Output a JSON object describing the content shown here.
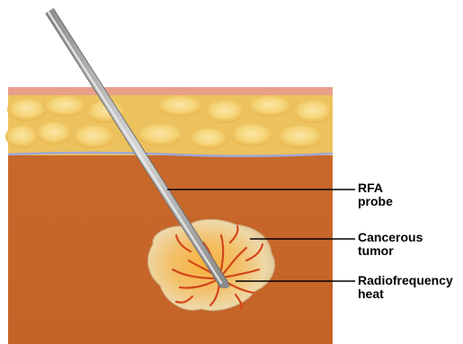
{
  "labels": {
    "probe": {
      "line1": "RFA",
      "line2": "probe"
    },
    "tumor": {
      "line1": "Cancerous",
      "line2": "tumor"
    },
    "heat": {
      "line1": "Radiofrequency",
      "line2": "heat"
    }
  },
  "colors": {
    "tissue": "#c96a2c",
    "fat": "#f2cf6e",
    "fat_top": "#e9a08a",
    "tumor_rim": "#f0d9a8",
    "tumor_core": "#f2a52a",
    "heat_veins": "#d43a12",
    "probe": "#a9a9a9"
  }
}
